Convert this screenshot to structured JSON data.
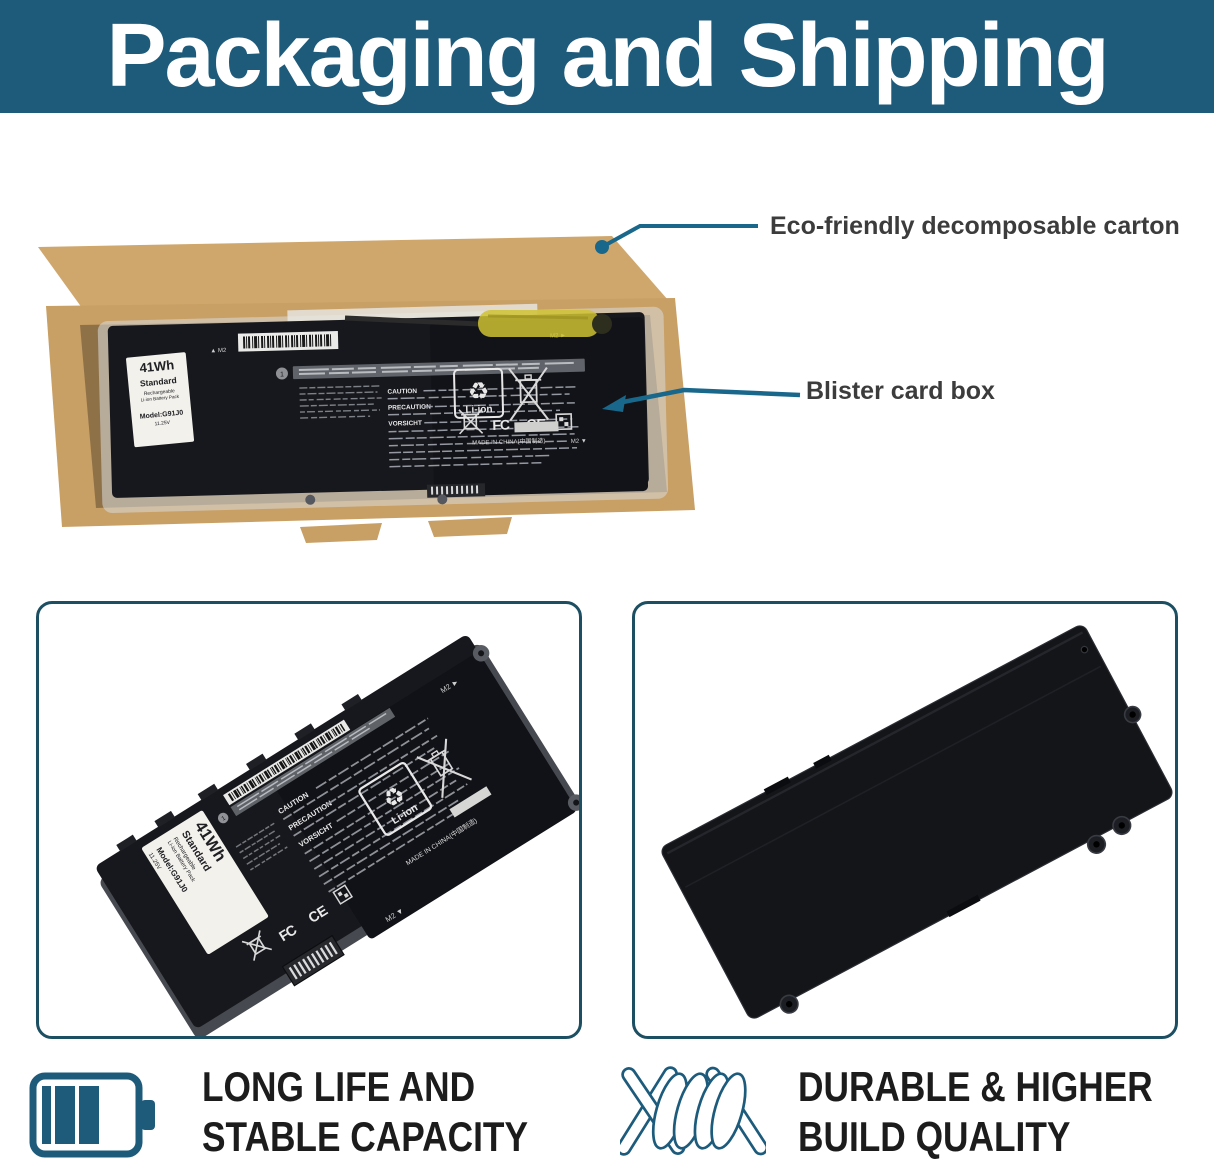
{
  "header": {
    "title": "Packaging and Shipping"
  },
  "callouts": {
    "carton": "Eco-friendly decomposable carton",
    "blister": "Blister card box"
  },
  "battery_label": {
    "capacity": "41Wh",
    "grade": "Standard",
    "type_line1": "Rechargeable",
    "type_line2": "Li-ion Battery Pack",
    "model": "Model:G91J0",
    "voltage": "11.25V",
    "info_index": "1",
    "caution": "CAUTION",
    "precaution": "PRECAUTION",
    "vorsicht": "VORSICHT",
    "li_ion": "Li-ion",
    "made_in": "MADE IN CHINA(中国制造)",
    "m2_up": "▲ M2",
    "m2_right": "M2 ►",
    "m2_down": "M2 ▼",
    "fcc_mark": "FC",
    "ce_mark": "CE"
  },
  "icons": {
    "recycle_glyph": "♻"
  },
  "features": {
    "left": {
      "line1": "LONG LIFE AND",
      "line2": "STABLE CAPACITY"
    },
    "right": {
      "line1": "DURABLE & HIGHER",
      "line2": "BUILD QUALITY"
    }
  },
  "colors": {
    "accent_teal": "#1e5b7b",
    "callout_line": "#19688c",
    "panel_border": "#1d4f63",
    "carton_kraft": "#c89f64",
    "battery_black": "#17181d",
    "text_dark": "#3c3c3c"
  }
}
